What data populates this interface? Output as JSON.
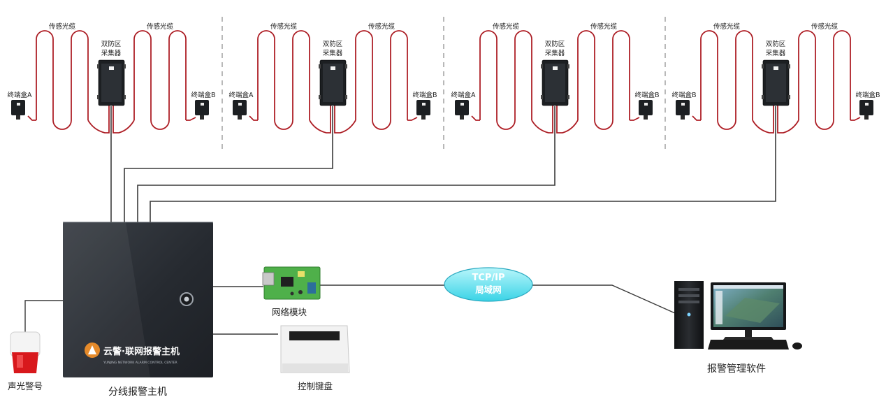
{
  "zones": [
    {
      "fiber_left": "传感光缆",
      "fiber_right": "传感光缆",
      "collector_label": [
        "双防区",
        "采集器"
      ],
      "terminal_left": "终端盒A",
      "terminal_right": "终端盒B"
    },
    {
      "fiber_left": "传感光缆",
      "fiber_right": "传感光缆",
      "collector_label": [
        "双防区",
        "采集器"
      ],
      "terminal_left": "终端盒A",
      "terminal_right": "终端盒B"
    },
    {
      "fiber_left": "传感光缆",
      "fiber_right": "传感光缆",
      "collector_label": [
        "双防区",
        "采集器"
      ],
      "terminal_left": "终端盒A",
      "terminal_right": "终端盒B"
    },
    {
      "fiber_left": "传感光缆",
      "fiber_right": "传感光缆",
      "collector_label": [
        "双防区",
        "采集器"
      ],
      "terminal_left": "终端盒B",
      "terminal_right": "终端盒B"
    }
  ],
  "host": {
    "brand": "云警·联网报警主机",
    "brand_sub": "YUNJING NETWORK ALARM CONTROL CENTER",
    "caption": "分线报警主机"
  },
  "siren": {
    "caption": "声光警号"
  },
  "network_module": {
    "caption": "网络模块"
  },
  "keyboard": {
    "caption": "控制键盘"
  },
  "network": {
    "line1": "TCP/IP",
    "line2": "局域网"
  },
  "software": {
    "caption": "报警管理软件"
  },
  "colors": {
    "fiber_red": "#c0242c",
    "cable": "#3a3a3a",
    "host_body": "#2b3036",
    "network_cyan": "#6fe6f2",
    "pcb_green": "#4fb04a",
    "siren_red": "#d8181c"
  }
}
